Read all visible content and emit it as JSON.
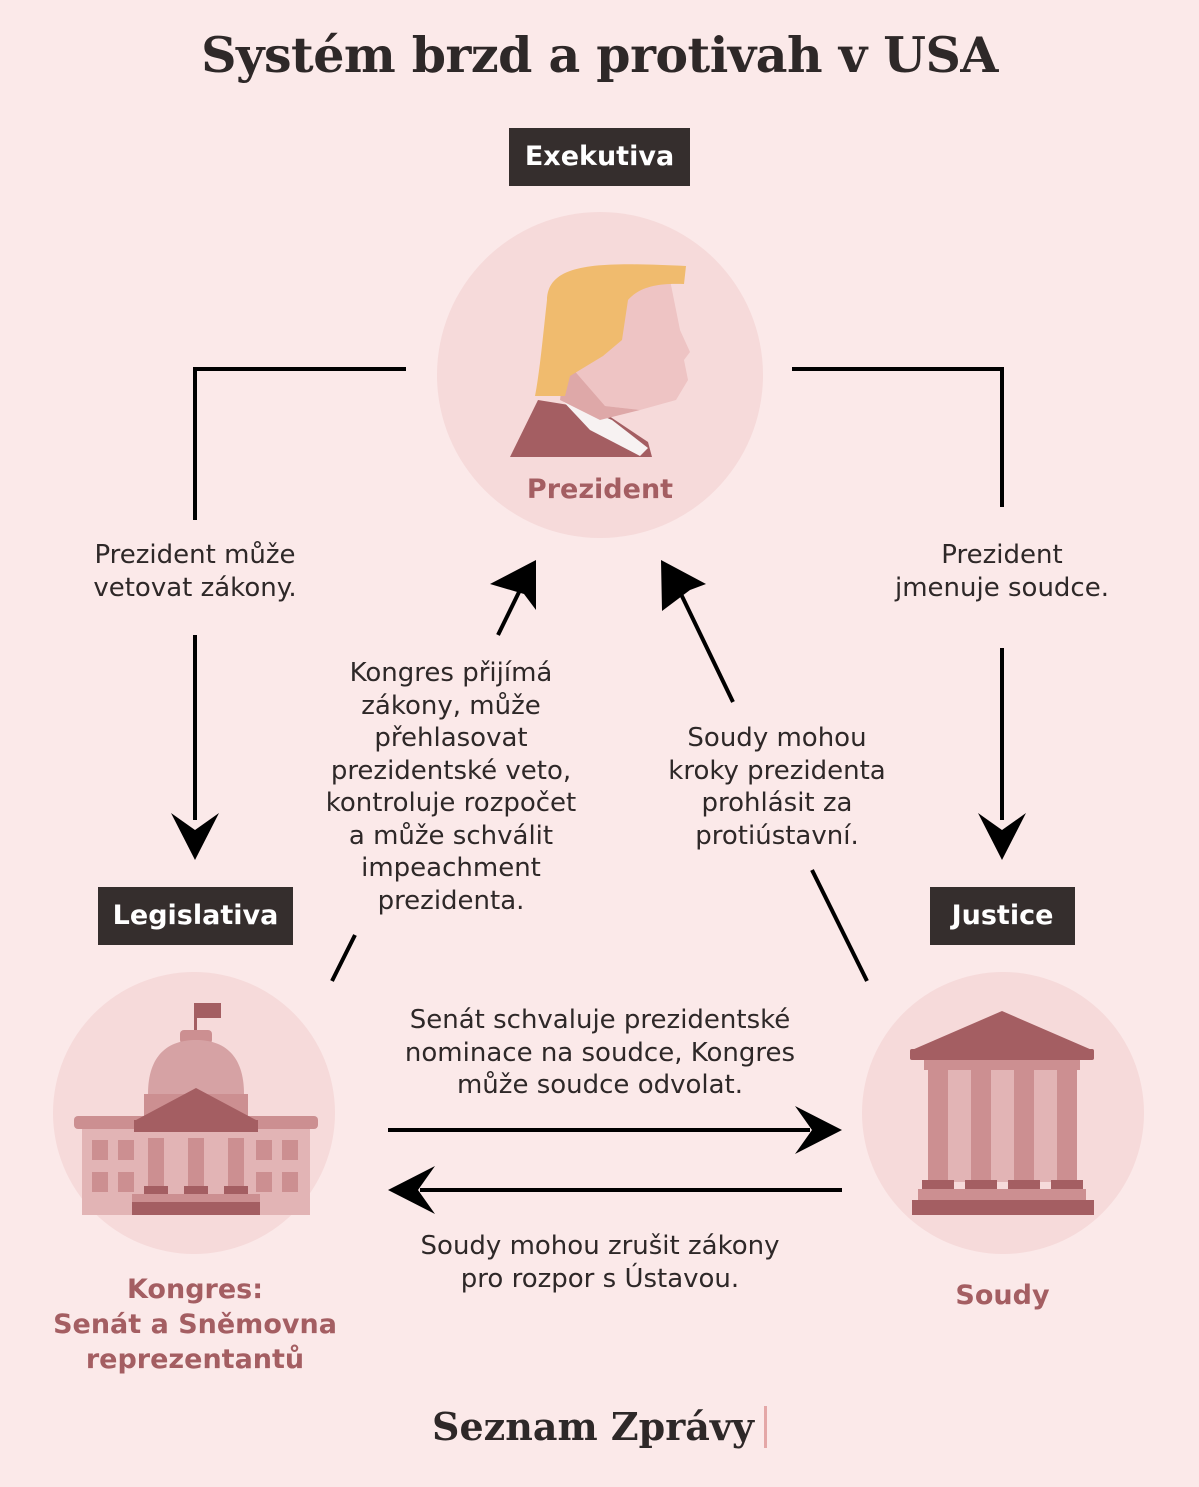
{
  "title": "Systém brzd a protivah v USA",
  "branches": {
    "executive": {
      "tag": "Exekutiva",
      "entity": "Prezident"
    },
    "legislative": {
      "tag": "Legislativa",
      "entity_lines": [
        "Kongres:",
        "Senát a Sněmovna",
        "reprezentantů"
      ]
    },
    "judicial": {
      "tag": "Justice",
      "entity": "Soudy"
    }
  },
  "checks": {
    "president_vetoes": [
      "Prezident může",
      "vetovat zákony."
    ],
    "president_appoints": [
      "Prezident",
      "jmenuje soudce."
    ],
    "congress_powers": [
      "Kongres přijímá",
      "zákony, může",
      "přehlasovat",
      "prezidentské veto,",
      "kontroluje rozpočet",
      "a může schválit",
      "impeachment",
      "prezidenta."
    ],
    "courts_on_president": [
      "Soudy mohou",
      "kroky prezidenta",
      "prohlásit za",
      "protiústavní."
    ],
    "senate_on_judges": [
      "Senát schvaluje prezidentské",
      "nominace na soudce, Kongres",
      "může soudce odvolat."
    ],
    "courts_on_laws": [
      "Soudy mohou zrušit zákony",
      "pro rozpor s Ústavou."
    ]
  },
  "icons": {
    "president": "president-profile-icon",
    "congress": "capitol-building-icon",
    "courts": "courthouse-icon"
  },
  "colors": {
    "background": "#fbe9e9",
    "circle": "#f6dada",
    "tag_background": "#352e2d",
    "entity_text": "#a45e62",
    "hair": "#f0bb6e"
  },
  "brand": "Seznam Zprávy"
}
